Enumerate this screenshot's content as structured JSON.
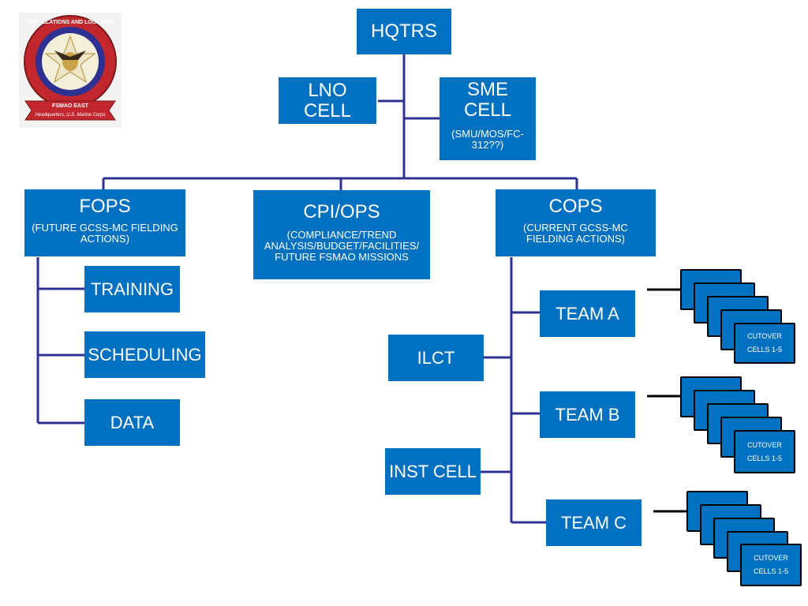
{
  "logo": {
    "ring_top_text": "INSTALLATIONS AND LOGISTICS",
    "banner_text": "FSMAO EAST",
    "bottom_text": "Headquarters, U.S. Marine Corps"
  },
  "hqtrs": "HQTRS",
  "lno": "LNO CELL",
  "sme": {
    "title": "SME CELL",
    "sub": "(SMU/MOS/FC-312??)"
  },
  "fops": {
    "title": "FOPS",
    "sub": "(FUTURE GCSS-MC FIELDING ACTIONS)"
  },
  "cpi": {
    "title": "CPI/OPS",
    "sub": "(COMPLIANCE/TREND ANALYSIS/BUDGET/FACILITIES/ FUTURE FSMAO MISSIONS"
  },
  "cops": {
    "title": "COPS",
    "sub": "(CURRENT GCSS-MC FIELDING ACTIONS)"
  },
  "fops_children": {
    "training": "TRAINING",
    "scheduling": "SCHEDULING",
    "data": "DATA"
  },
  "ilct": "ILCT",
  "inst_cell": "INST CELL",
  "teams": {
    "a": "TEAM A",
    "b": "TEAM B",
    "c": "TEAM C"
  },
  "cutover": {
    "line1": "CUTOVER",
    "line2": "CELLS 1-5"
  },
  "colors": {
    "box": "#0070c0",
    "line": "#2e3192",
    "text": "#ffffff"
  }
}
